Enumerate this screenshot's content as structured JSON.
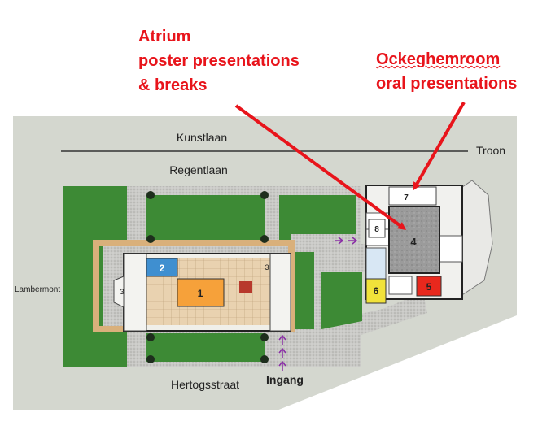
{
  "callouts": {
    "atrium": {
      "line1": "Atrium",
      "line2": "poster presentations",
      "line3": "& breaks"
    },
    "ockeghem": {
      "line1": "Ockeghemroom",
      "line2": "oral presentations"
    }
  },
  "streets": {
    "kunstlaan": "Kunstlaan",
    "troon": "Troon",
    "regentlaan": "Regentlaan",
    "lambermont": "Lambermont",
    "hertogsstraat": "Hertogsstraat"
  },
  "entrance": "Ingang",
  "rooms": {
    "r1": "1",
    "r2": "2",
    "r3a": "3",
    "r3b": "3",
    "r4": "4",
    "r5": "5",
    "r6": "6",
    "r7": "7",
    "r8": "8"
  },
  "colors": {
    "callout_red": "#e8141b",
    "grass": "#3d8a35",
    "room1": "#f6a13a",
    "room2": "#3f8fd0",
    "room4": "#9a9a9a",
    "room5": "#e8281d",
    "room6": "#f1e23a",
    "path_arrows": "#8a2ea6"
  }
}
